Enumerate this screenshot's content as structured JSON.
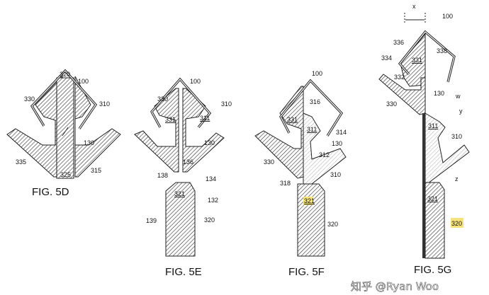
{
  "figures": {
    "fig5d": {
      "caption": "FIG. 5D",
      "labels": {
        "l320": "320",
        "l100": "100",
        "l330": "330",
        "l310": "310",
        "l130": "130",
        "l335": "335",
        "l325": "325",
        "l315": "315"
      }
    },
    "fig5e": {
      "caption": "FIG. 5E",
      "labels": {
        "l100": "100",
        "l330": "330",
        "l331": "331",
        "l311": "311",
        "l310": "310",
        "l130": "130",
        "l136": "136",
        "l138": "138",
        "l134": "134",
        "l321": "321",
        "l132": "132",
        "l139": "139",
        "l320": "320"
      }
    },
    "fig5f": {
      "caption": "FIG. 5F",
      "labels": {
        "l100": "100",
        "l316": "316",
        "l331": "331",
        "l311": "311",
        "l314": "314",
        "l130": "130",
        "l312": "312",
        "l330": "330",
        "l310": "310",
        "l318": "318",
        "l321": "321",
        "l320": "320"
      }
    },
    "fig5g": {
      "caption": "FIG. 5G",
      "labels": {
        "x": "x",
        "l100": "100",
        "l336": "336",
        "l338": "338",
        "l334": "334",
        "l331": "331",
        "l332": "332",
        "l130": "130",
        "w": "w",
        "l330": "330",
        "y": "y",
        "l311": "311",
        "l310": "310",
        "z": "z",
        "l321": "321",
        "l320": "320"
      }
    }
  },
  "watermark": "知乎 @Ryan Woo",
  "colors": {
    "highlight": "#f5e27a",
    "ink": "#222222"
  }
}
